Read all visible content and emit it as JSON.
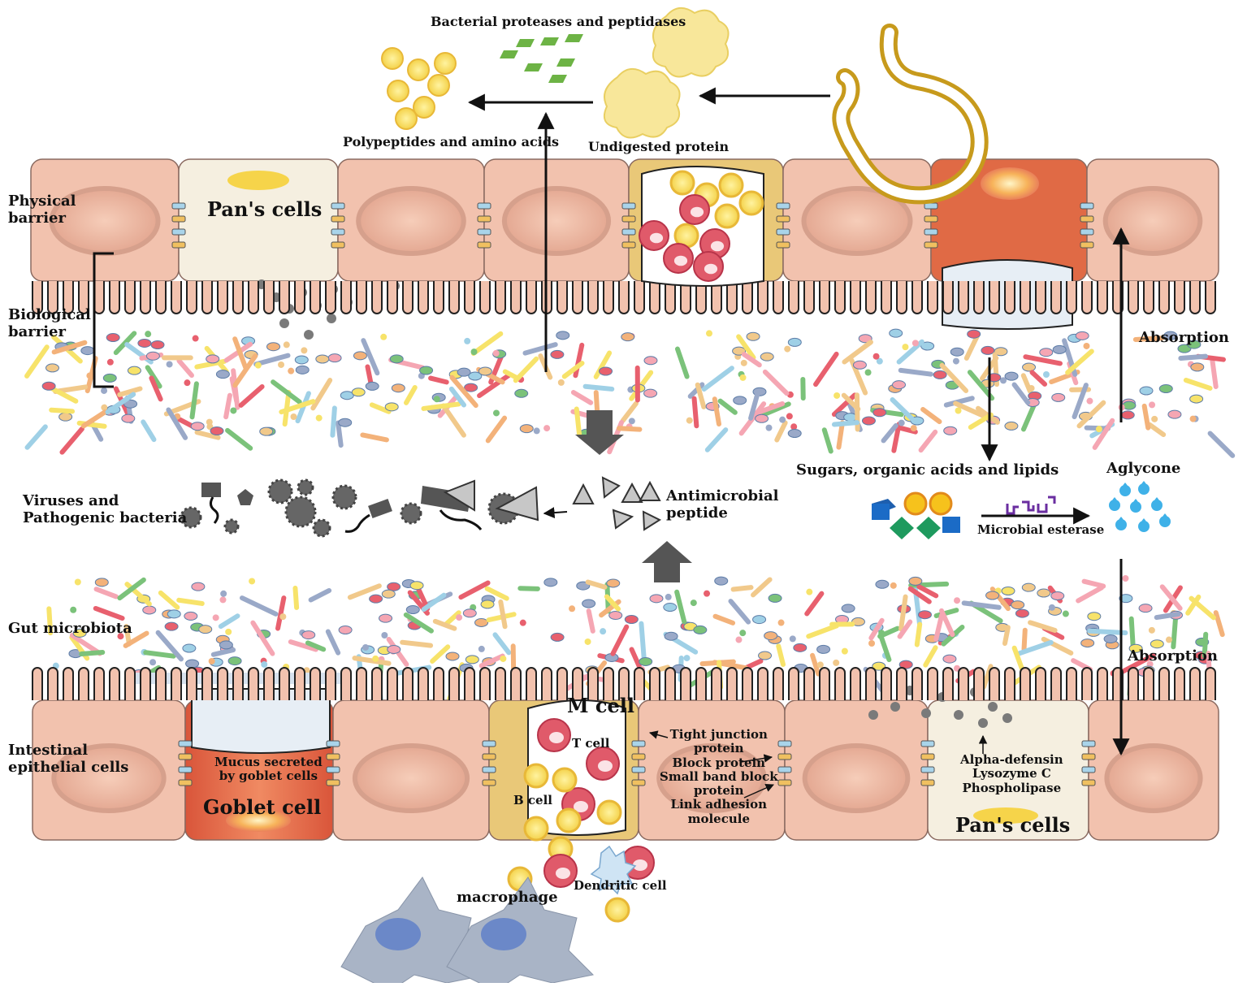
{
  "side_labels": {
    "physical_barrier_line1": "Physical",
    "physical_barrier_line2": "barrier",
    "biological_barrier_line1": "Biological",
    "biological_barrier_line2": "barrier",
    "viruses_line1": "Viruses and",
    "viruses_line2": "Pathogenic bacteria",
    "gut_microbiota": "Gut microbiota",
    "intestinal_line1": "Intestinal",
    "intestinal_line2": "epithelial cells"
  },
  "top": {
    "bacterial_proteases": "Bacterial proteases and peptidases",
    "polypeptides": "Polypeptides and amino acids",
    "undigested_protein": "Undigested protein",
    "pans_cells": "Pan's cells",
    "absorption": "Absorption"
  },
  "middle": {
    "sugars": "Sugars, organic acids and lipids",
    "aglycone": "Aglycone",
    "microbial_esterase": "Microbial esterase",
    "antimicrobial_line1": "Antimicrobial",
    "antimicrobial_line2": "peptide",
    "absorption": "Absorption"
  },
  "bottom": {
    "m_cell": "M cell",
    "t_cell": "T cell",
    "b_cell": "B cell",
    "mucus_line1": "Mucus secreted",
    "mucus_line2": "by goblet cells",
    "goblet_cell": "Goblet cell",
    "tight_junction_line1": "Tight junction",
    "tight_junction_line2": "protein",
    "block_protein": "Block protein",
    "small_band_line1": "Small band block",
    "small_band_line2": "protein",
    "link_adhesion_line1": "Link adhesion",
    "link_adhesion_line2": "molecule",
    "alpha_defensin": "Alpha-defensin",
    "lysozyme": "Lysozyme C",
    "phospholipase": "Phospholipase",
    "pans_cells": "Pan's cells",
    "macrophage": "macrophage",
    "dendritic_cell": "Dendritic cell"
  },
  "colors": {
    "epithelial_cell": "#f2c2ae",
    "goblet_cell": "#e06a45",
    "pans_cell": "#f5efe0",
    "m_cell": "#e9c878",
    "red_cell": "#e05a6a",
    "yellow_cell": "#f6d44a",
    "macrophage": "#a9b4c6",
    "aglycone": "#3fb1e8",
    "green_enzyme": "#6db345",
    "esterase": "#6a2ea0"
  }
}
